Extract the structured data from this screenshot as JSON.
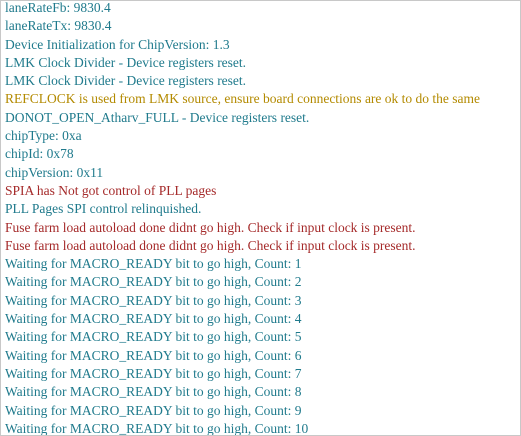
{
  "log": {
    "lines": [
      {
        "text": "laneRateFb: 9830.4",
        "level": "info"
      },
      {
        "text": "laneRateTx: 9830.4",
        "level": "info"
      },
      {
        "text": "Device Initialization for ChipVersion: 1.3",
        "level": "info"
      },
      {
        "text": "LMK Clock Divider - Device registers reset.",
        "level": "info"
      },
      {
        "text": "LMK Clock Divider - Device registers reset.",
        "level": "info"
      },
      {
        "text": "REFCLOCK is used from LMK source, ensure board connections are ok to do the same",
        "level": "warn"
      },
      {
        "text": "DONOT_OPEN_Atharv_FULL - Device registers reset.",
        "level": "info"
      },
      {
        "text": "chipType: 0xa",
        "level": "info"
      },
      {
        "text": "chipId: 0x78",
        "level": "info"
      },
      {
        "text": "chipVersion: 0x11",
        "level": "info"
      },
      {
        "text": "SPIA has Not got control of PLL pages",
        "level": "error"
      },
      {
        "text": "PLL Pages SPI control relinquished.",
        "level": "info"
      },
      {
        "text": "Fuse farm load autoload done didnt go high. Check if input clock is present.",
        "level": "error"
      },
      {
        "text": "Fuse farm load autoload done didnt go high. Check if input clock is present.",
        "level": "error"
      },
      {
        "text": "Waiting for MACRO_READY bit to go high, Count: 1",
        "level": "info"
      },
      {
        "text": "Waiting for MACRO_READY bit to go high, Count: 2",
        "level": "info"
      },
      {
        "text": "Waiting for MACRO_READY bit to go high, Count: 3",
        "level": "info"
      },
      {
        "text": "Waiting for MACRO_READY bit to go high, Count: 4",
        "level": "info"
      },
      {
        "text": "Waiting for MACRO_READY bit to go high, Count: 5",
        "level": "info"
      },
      {
        "text": "Waiting for MACRO_READY bit to go high, Count: 6",
        "level": "info"
      },
      {
        "text": "Waiting for MACRO_READY bit to go high, Count: 7",
        "level": "info"
      },
      {
        "text": "Waiting for MACRO_READY bit to go high, Count: 8",
        "level": "info"
      },
      {
        "text": "Waiting for MACRO_READY bit to go high, Count: 9",
        "level": "info"
      },
      {
        "text": "Waiting for MACRO_READY bit to go high, Count: 10",
        "level": "info"
      }
    ]
  },
  "colors": {
    "info": "#1f7a8c",
    "warn": "#b38a00",
    "error": "#a52a2a",
    "background": "#ffffff"
  }
}
